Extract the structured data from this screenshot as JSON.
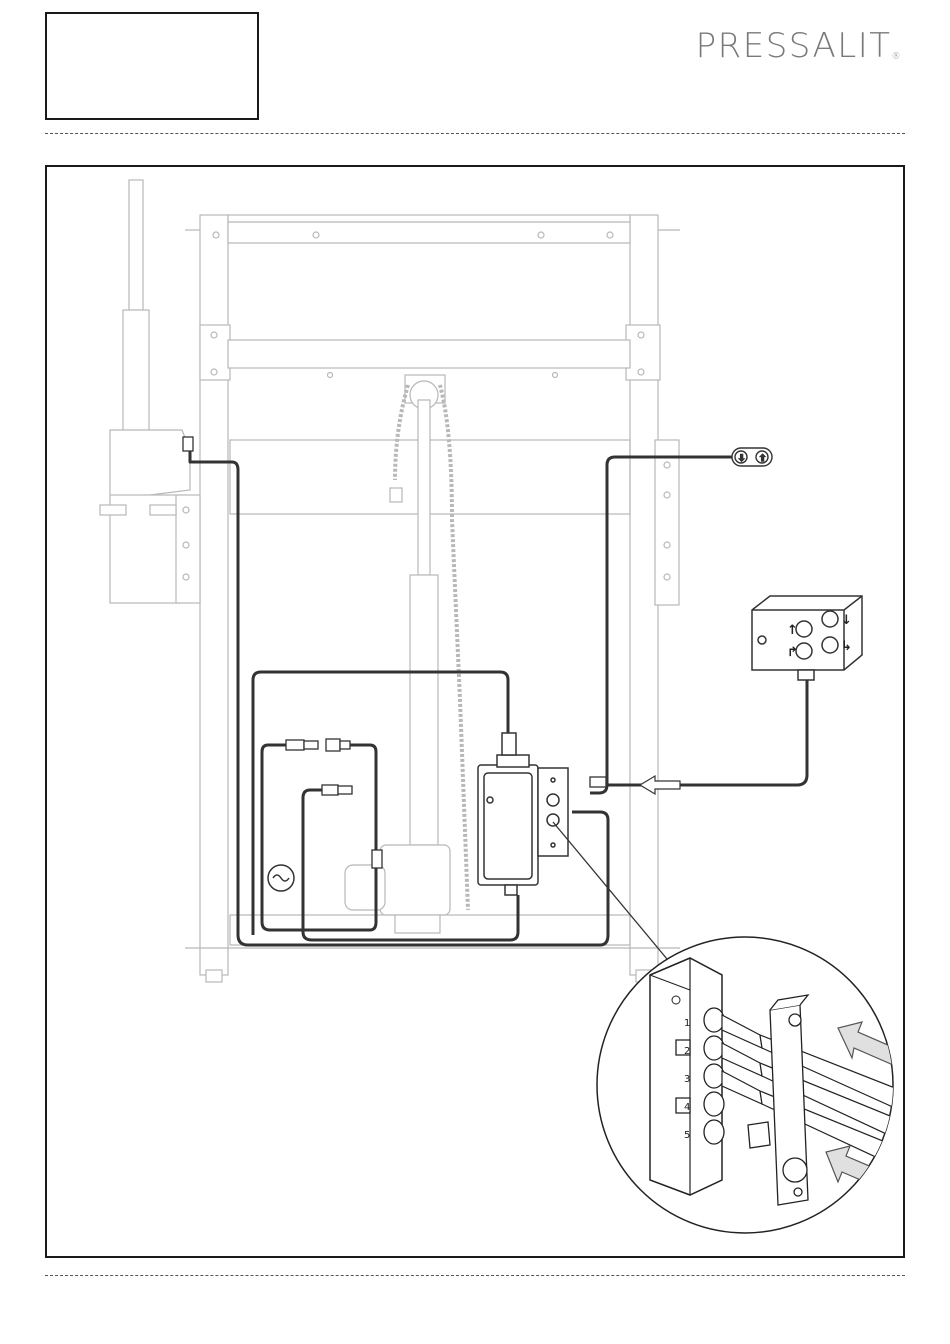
{
  "header": {
    "brand": "PRESSALIT",
    "brand_mark": "®"
  },
  "diagram": {
    "handset_buttons": [
      "↑",
      "↓",
      "↱",
      "↳"
    ],
    "port_numbers": [
      "1",
      "2",
      "3",
      "4",
      "5"
    ]
  }
}
